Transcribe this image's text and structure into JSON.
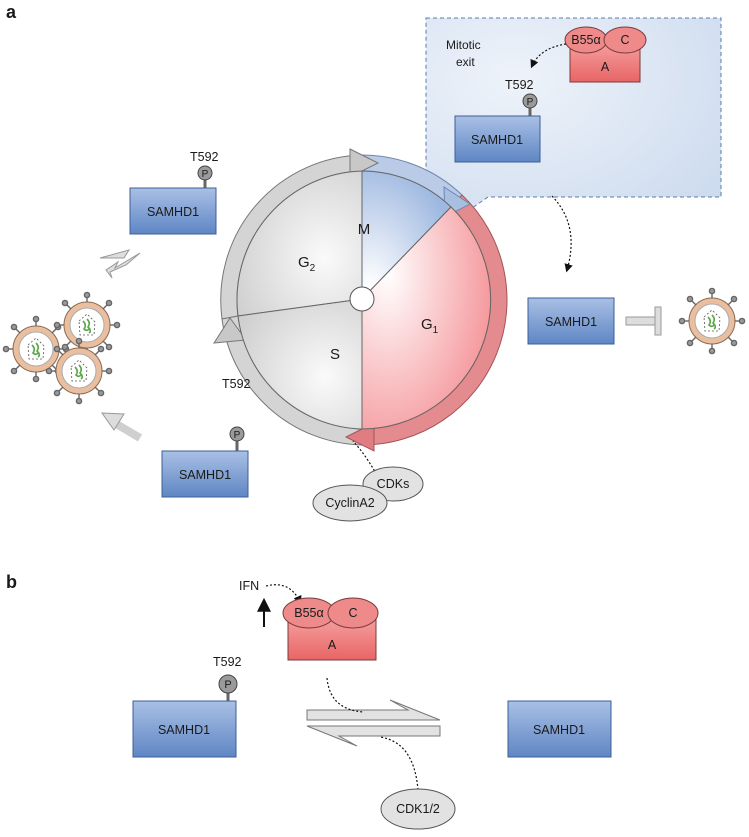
{
  "panel_a": {
    "label": "a",
    "phases": {
      "m": "M",
      "g1": "G",
      "g1_sub": "1",
      "g2": "G",
      "g2_sub": "2",
      "s": "S"
    },
    "mitotic_exit": {
      "line1": "Mitotic",
      "line2": "exit"
    },
    "samhd1": "SAMHD1",
    "p": "P",
    "site": "T592",
    "pp2a": {
      "b55": "B55α",
      "c": "C",
      "a": "A"
    },
    "cdks": "CDKs",
    "cyclin": "CyclinA2"
  },
  "panel_b": {
    "label": "b",
    "ifn": "IFN",
    "samhd1": "SAMHD1",
    "p": "P",
    "site": "T592",
    "pp2a": {
      "b55": "B55α",
      "c": "C",
      "a": "A"
    },
    "cdk": "CDK1/2"
  },
  "colors": {
    "samhd1_fill": "#6f93cc",
    "pp2a_fill": "#ee7a7a",
    "inset_bg": "#dce6f3",
    "phospho_gray": "#999999",
    "arrow_gray": "#dadada",
    "g1_red": "#f4a3a6",
    "m_blue": "#b9cbe6"
  }
}
